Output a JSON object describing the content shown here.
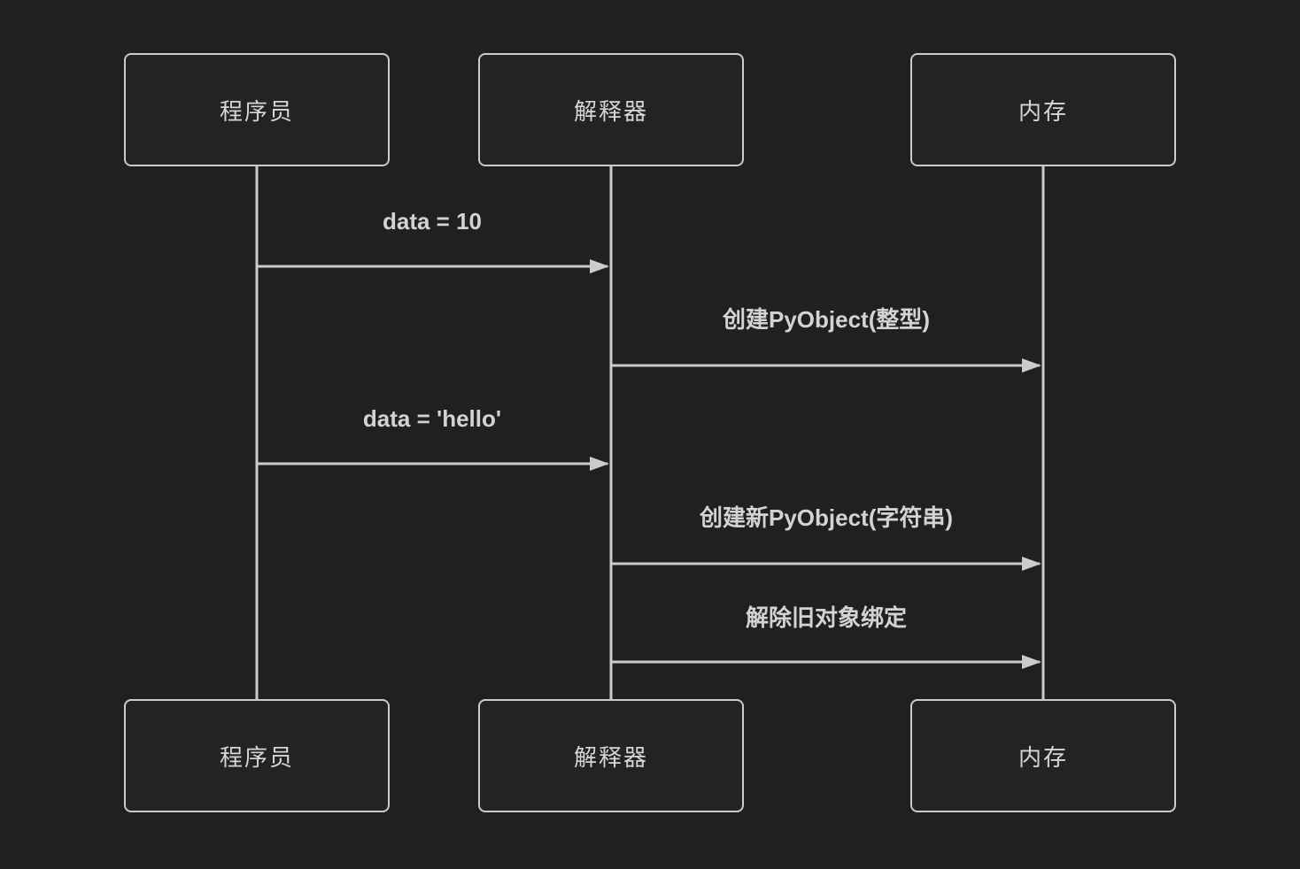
{
  "diagram": {
    "type": "sequence",
    "colors": {
      "background": "#211f1f",
      "line": "#cbcbcb",
      "text": "#d3d3d3",
      "actor_fill": "#242222",
      "actor_border": "#cbcbcb"
    },
    "actors": [
      {
        "id": "programmer",
        "label": "程序员"
      },
      {
        "id": "interpreter",
        "label": "解释器"
      },
      {
        "id": "memory",
        "label": "内存"
      }
    ],
    "messages": [
      {
        "from": "程序员",
        "to": "解释器",
        "arrow": "solid",
        "label": "data = 10"
      },
      {
        "from": "解释器",
        "to": "内存",
        "arrow": "solid",
        "label": "创建PyObject(整型)"
      },
      {
        "from": "程序员",
        "to": "解释器",
        "arrow": "solid",
        "label": "data = 'hello'"
      },
      {
        "from": "解释器",
        "to": "内存",
        "arrow": "solid",
        "label": "创建新PyObject(字符串)"
      },
      {
        "from": "解释器",
        "to": "内存",
        "arrow": "solid",
        "label": "解除旧对象绑定"
      }
    ]
  }
}
